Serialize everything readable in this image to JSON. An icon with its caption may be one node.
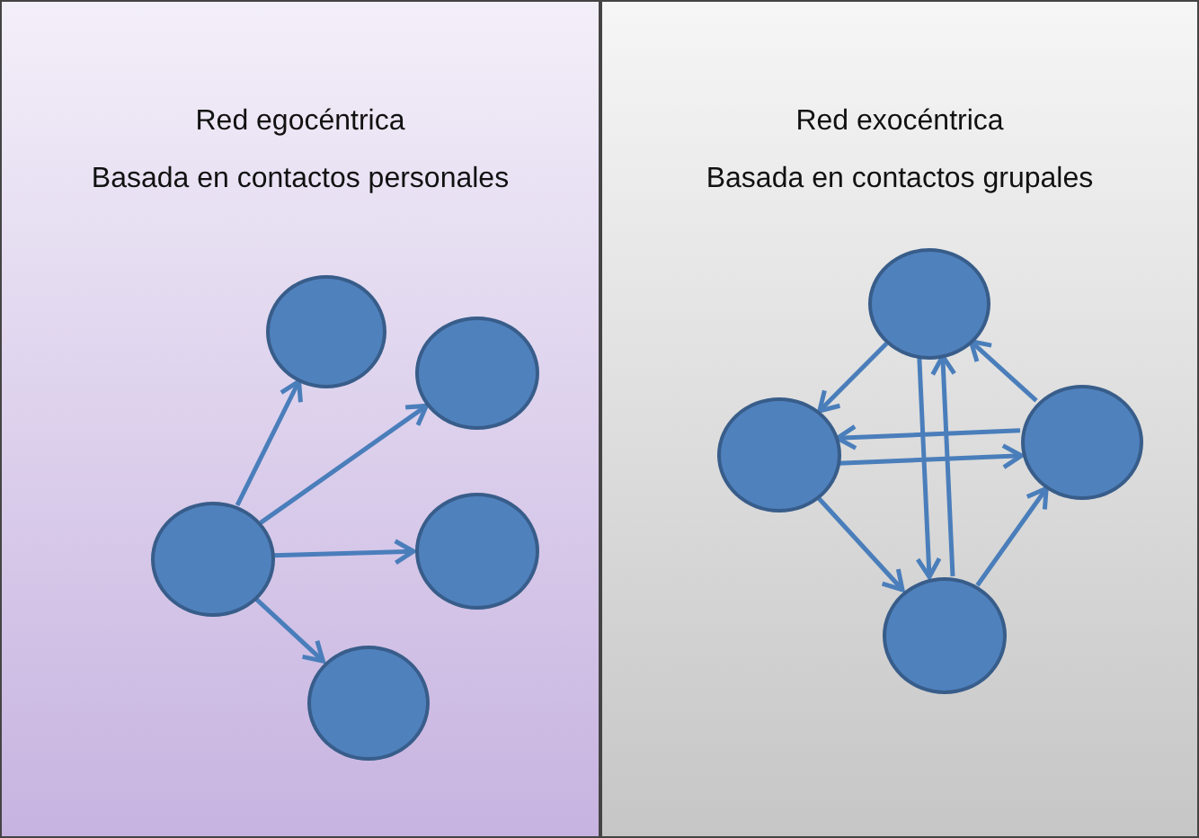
{
  "diagram": {
    "nodes": [
      {
        "text": [
          "Red egocéntrica",
          "Basada en contactos personales"
        ]
      },
      {
        "text": [],
        "shape": "circle",
        "in": 0
      },
      {
        "text": [],
        "shape": "circle",
        "in": 0
      },
      {
        "text": [],
        "shape": "circle",
        "in": 0
      },
      {
        "text": [],
        "shape": "circle",
        "in": 0
      },
      {
        "text": [],
        "shape": "circle",
        "in": 0
      },
      {
        "text": [
          "Red exocéntrica",
          "Basada en contactos grupales"
        ]
      },
      {
        "text": [],
        "shape": "circle",
        "in": 6
      },
      {
        "text": [],
        "shape": "circle",
        "in": 6
      },
      {
        "text": [],
        "shape": "circle",
        "in": 6
      },
      {
        "text": [],
        "shape": "circle",
        "in": 6
      }
    ],
    "edges": [
      {
        "from": 1,
        "to": 2,
        "arrow": "to"
      },
      {
        "from": 1,
        "to": 3,
        "arrow": "to"
      },
      {
        "from": 1,
        "to": 4,
        "arrow": "to"
      },
      {
        "from": 1,
        "to": 5,
        "arrow": "to"
      },
      {
        "from": 7,
        "to": 8,
        "arrow": "to"
      },
      {
        "from": 8,
        "to": 10,
        "arrow": "to"
      },
      {
        "from": 10,
        "to": 9,
        "arrow": "to"
      },
      {
        "from": 9,
        "to": 7,
        "arrow": "to"
      },
      {
        "from": 9,
        "to": 8,
        "arrow": "to"
      },
      {
        "from": 8,
        "to": 9,
        "arrow": "to"
      },
      {
        "from": 7,
        "to": 10,
        "arrow": "to"
      },
      {
        "from": 10,
        "to": 7,
        "arrow": "to"
      }
    ]
  }
}
